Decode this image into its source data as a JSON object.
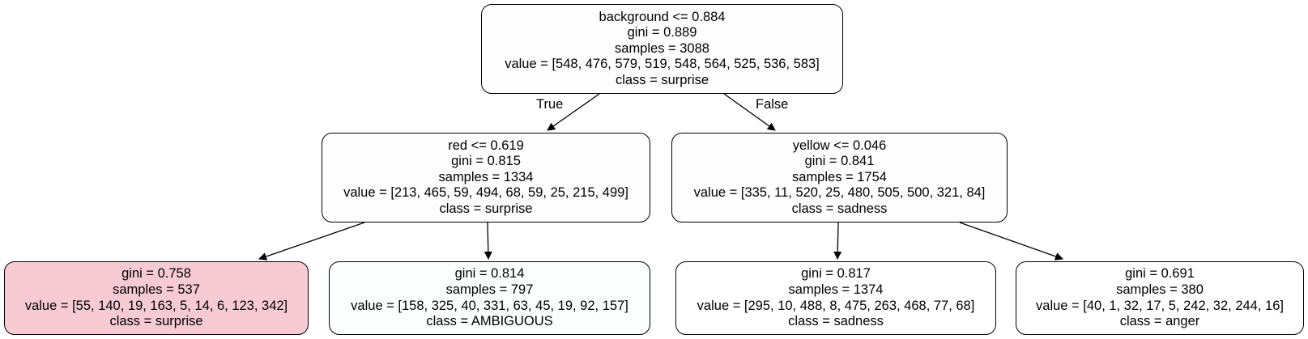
{
  "nodes": [
    {
      "id": "n0",
      "lines": [
        "background <= 0.884",
        "gini = 0.889",
        "samples = 3088",
        "value = [548, 476, 579, 519, 548, 564, 525, 536, 583]",
        "class = surprise"
      ],
      "fill": "#fefefe"
    },
    {
      "id": "n1",
      "lines": [
        "red <= 0.619",
        "gini = 0.815",
        "samples = 1334",
        "value = [213, 465, 59, 494, 68, 59, 25, 215, 499]",
        "class = surprise"
      ],
      "fill": "#fefdfd"
    },
    {
      "id": "n2",
      "lines": [
        "yellow <= 0.046",
        "gini = 0.841",
        "samples = 1754",
        "value = [335, 11, 520, 25, 480, 505, 500, 321, 84]",
        "class = sadness"
      ],
      "fill": "#fefefe"
    },
    {
      "id": "n3",
      "lines": [
        "gini = 0.758",
        "samples = 537",
        "value = [55, 140, 19, 163, 5, 14, 6, 123, 342]",
        "class = surprise"
      ],
      "fill": "#f7cad4"
    },
    {
      "id": "n4",
      "lines": [
        "gini = 0.814",
        "samples = 797",
        "value = [158, 325, 40, 331, 63, 45, 19, 92, 157]",
        "class = AMBIGUOUS"
      ],
      "fill": "#fcfefe"
    },
    {
      "id": "n5",
      "lines": [
        "gini = 0.817",
        "samples = 1374",
        "value = [295, 10, 488, 8, 475, 263, 468, 77, 68]",
        "class = sadness"
      ],
      "fill": "#ffffff"
    },
    {
      "id": "n6",
      "lines": [
        "gini = 0.691",
        "samples = 380",
        "value = [40, 1, 32, 17, 5, 242, 32, 244, 16]",
        "class = anger"
      ],
      "fill": "#ffffff"
    }
  ],
  "edge_labels": {
    "true": "True",
    "false": "False"
  }
}
